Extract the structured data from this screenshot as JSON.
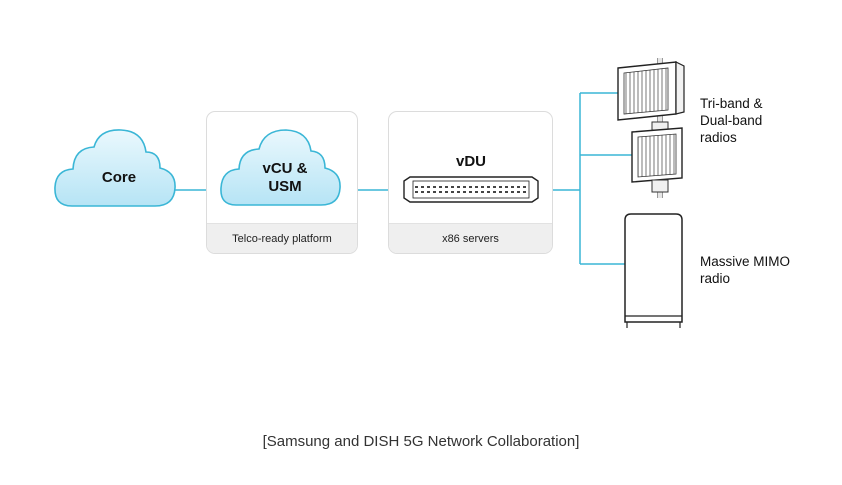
{
  "nodes": {
    "core": {
      "label": "Core"
    },
    "vcu": {
      "label_line1": "vCU &",
      "label_line2": "USM"
    },
    "vdu": {
      "label": "vDU"
    }
  },
  "boxes": {
    "platform": {
      "footer": "Telco-ready platform"
    },
    "servers": {
      "footer": "x86 servers"
    }
  },
  "radios": {
    "triband": {
      "line1": "Tri-band &",
      "line2": "Dual-band",
      "line3": "radios"
    },
    "mimo": {
      "line1": "Massive MIMO",
      "line2": "radio"
    }
  },
  "caption": "[Samsung and DISH 5G Network Collaboration]",
  "colors": {
    "connector": "#3ab6d6",
    "cloud_fill_top": "#e8f7fd",
    "cloud_fill_bottom": "#b9e6f6",
    "cloud_stroke": "#3ab6d6"
  }
}
